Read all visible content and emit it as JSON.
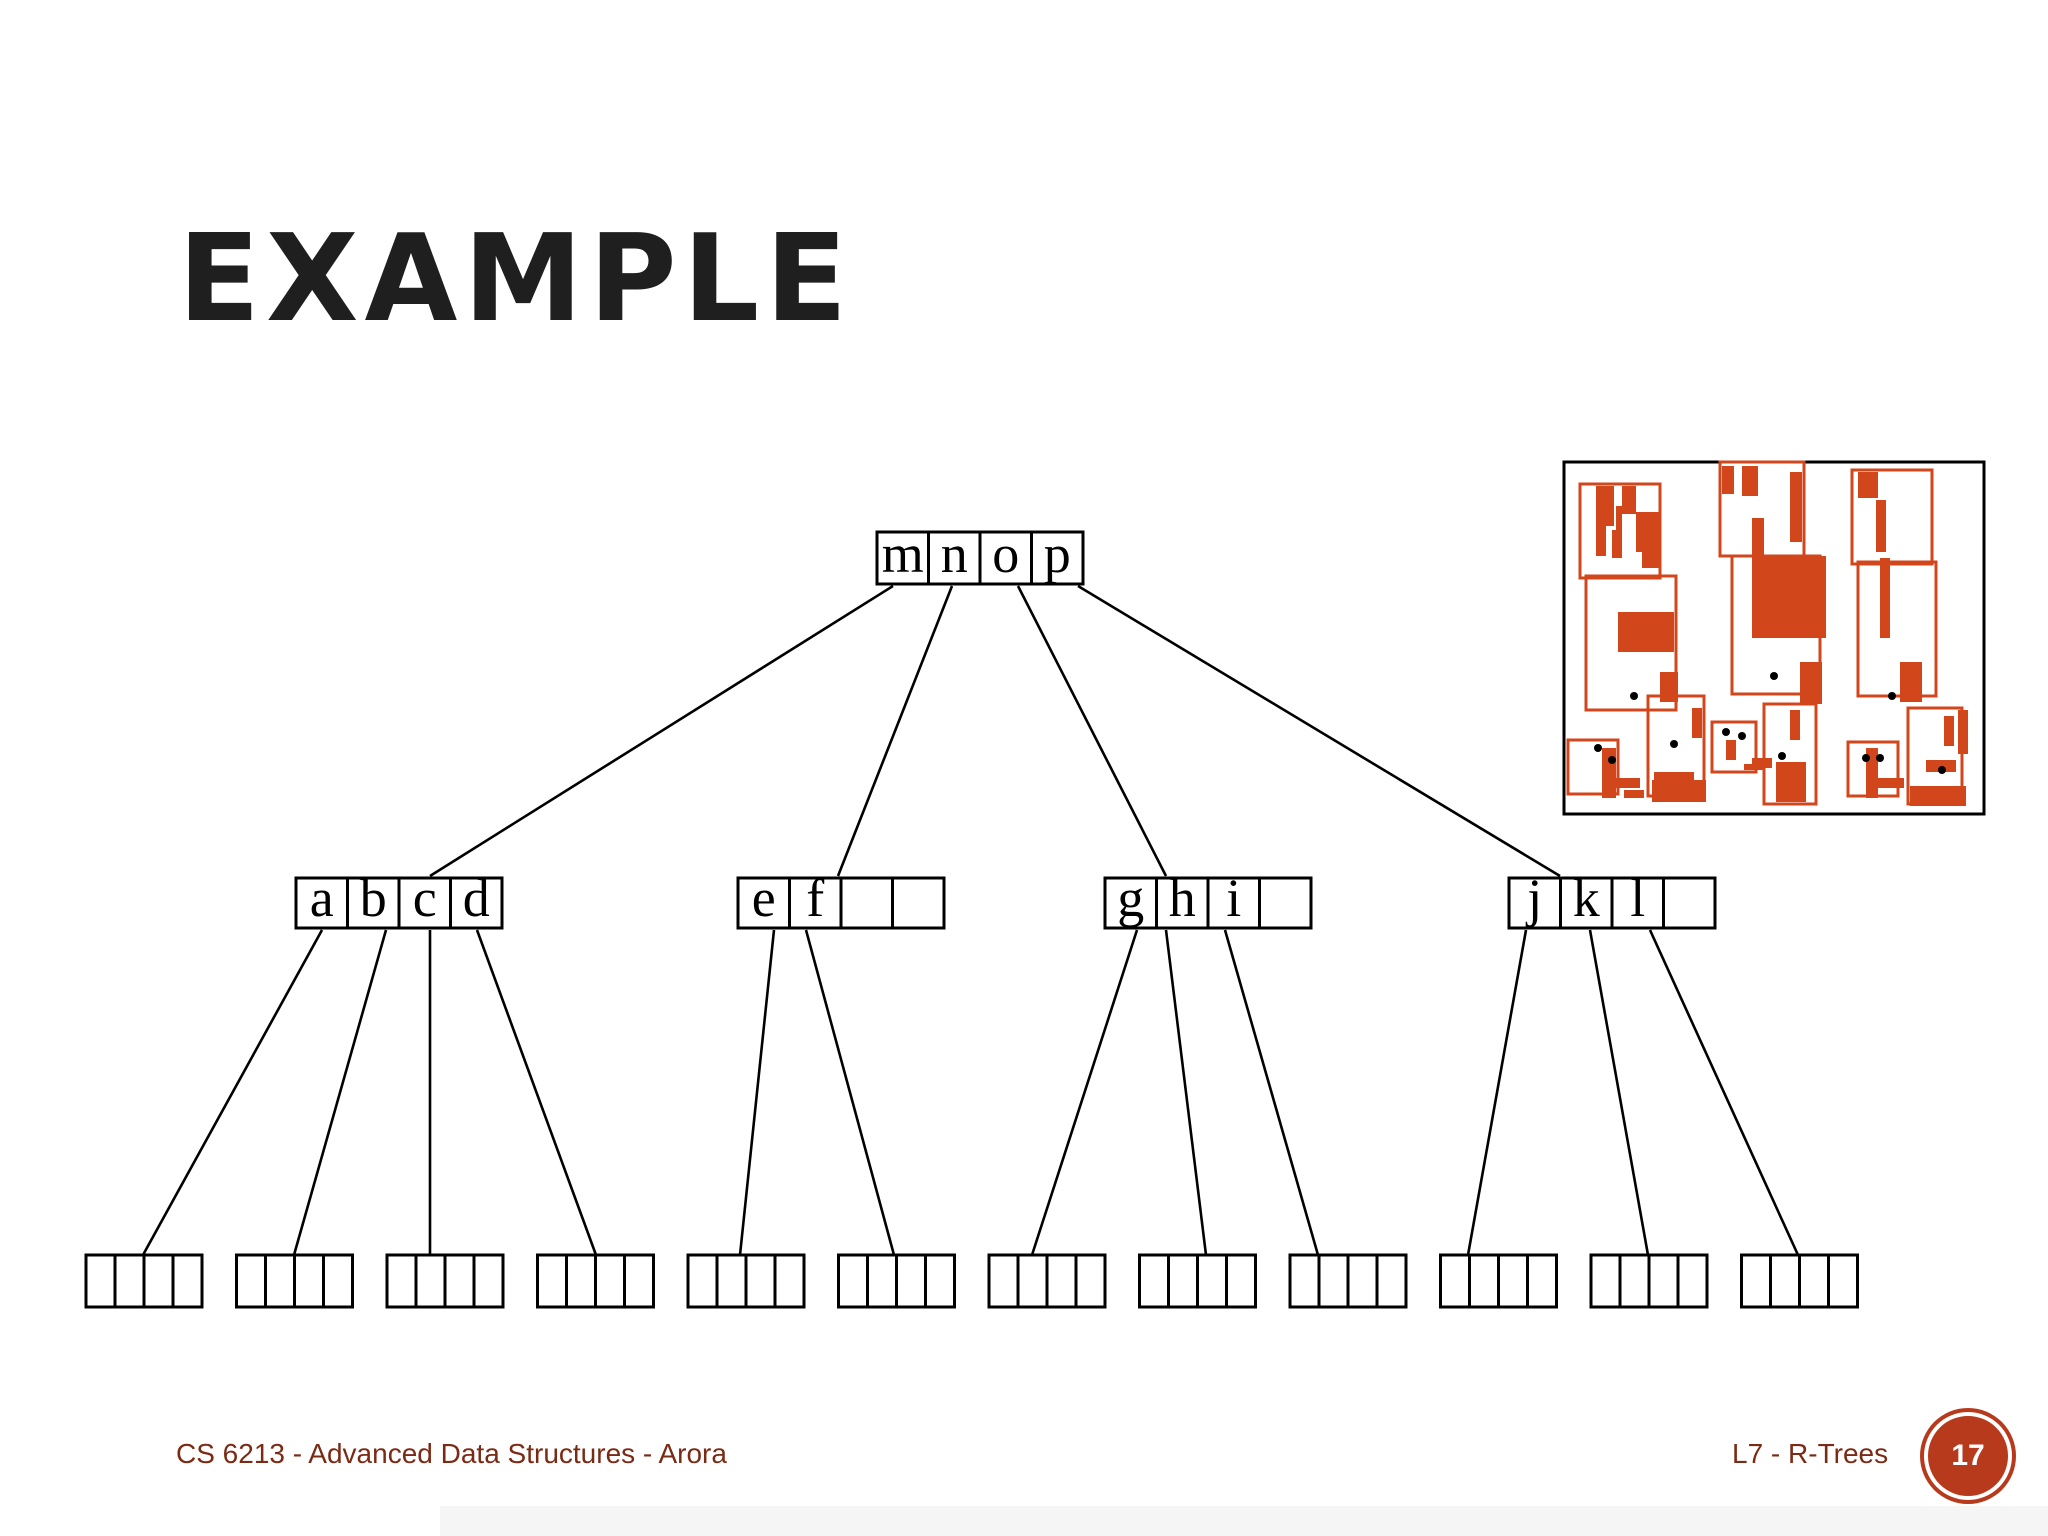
{
  "slide": {
    "title": "EXAMPLE",
    "footer_left": "CS 6213 - Advanced Data Structures - Arora",
    "footer_right": "L7 - R-Trees",
    "page_number": "17"
  },
  "colors": {
    "accent": "#b73a1c",
    "region_fill": "#d2461c",
    "region_outline": "#d2461c"
  },
  "tree": {
    "root": {
      "labels": [
        "m",
        "n",
        "o",
        "p"
      ]
    },
    "level1": [
      {
        "labels": [
          "a",
          "b",
          "c",
          "d"
        ]
      },
      {
        "labels": [
          "e",
          "f",
          "",
          ""
        ]
      },
      {
        "labels": [
          "g",
          "h",
          "i",
          ""
        ]
      },
      {
        "labels": [
          "j",
          "k",
          "l",
          ""
        ]
      }
    ],
    "leaf_count": 12,
    "leaf_cells": 4
  }
}
